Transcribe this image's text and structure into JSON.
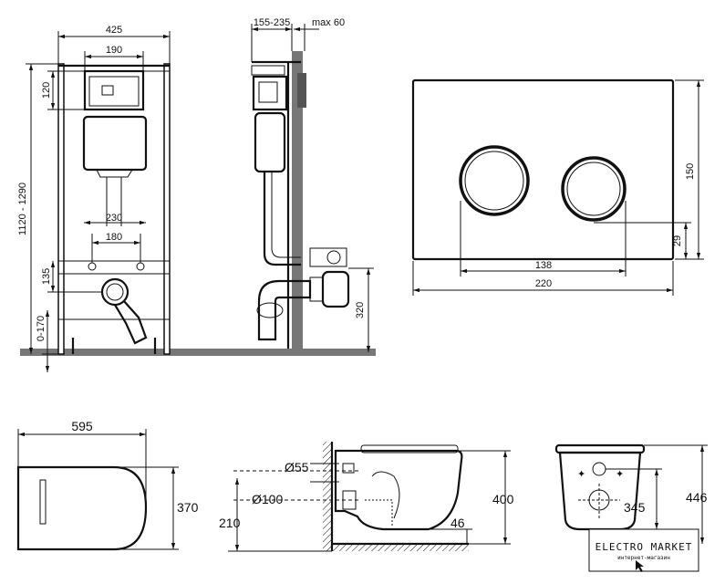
{
  "frame_front": {
    "width": "425",
    "box_width": "190",
    "box_height": "120",
    "total_height": "1120 - 1290",
    "dist_230": "230",
    "dist_180": "180",
    "height_135": "135",
    "range_0_170": "0-170"
  },
  "frame_side": {
    "depth": "155-235",
    "max": "max 60",
    "height_320": "320"
  },
  "plate": {
    "height": "150",
    "offset": "29",
    "span": "138",
    "width": "220"
  },
  "bowl_top": {
    "length": "595",
    "width": "370"
  },
  "bowl_side": {
    "d55": "Ø55",
    "d100": "Ø100",
    "h210": "210",
    "h400": "400",
    "h46": "46"
  },
  "bowl_front": {
    "h345": "345",
    "h446": "446"
  },
  "brand": {
    "name": "ELECTRO MARKET",
    "tagline": "интернет-магазин"
  }
}
